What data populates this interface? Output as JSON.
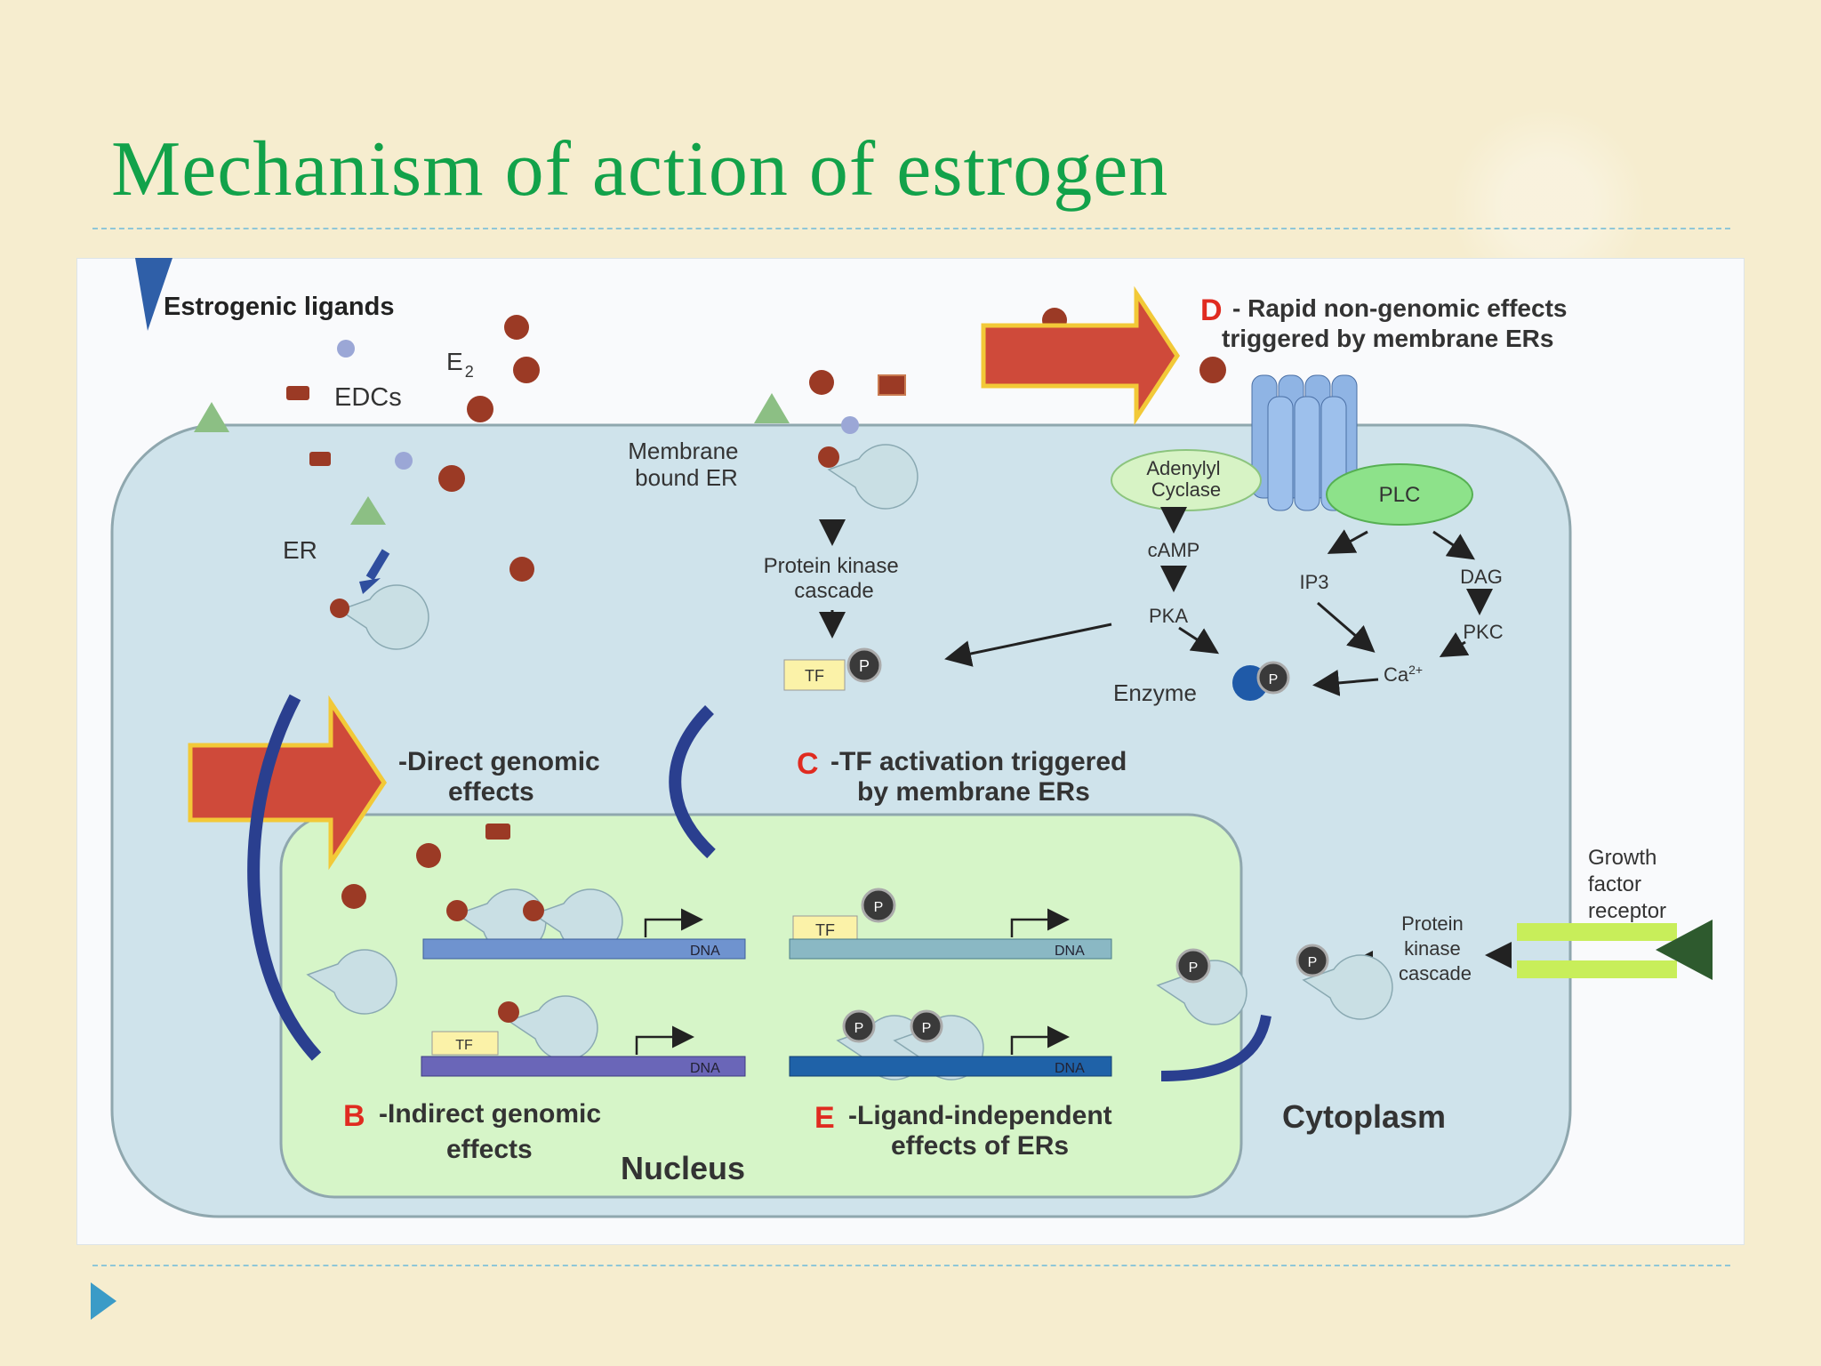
{
  "slide": {
    "title": "Mechanism of action of estrogen"
  },
  "colors": {
    "title": "#12a24a",
    "cell": "#cfe3eb",
    "nucleus": "#d6f5c8",
    "arrow_red": "#cf4a3a",
    "ligand": "#9b3a25",
    "plc": "#8de28a",
    "dna": "#6f93cf",
    "letter_red": "#e02b20"
  },
  "diagram": {
    "estrogenic_ligands": "Estrogenic ligands",
    "e2_label": "E",
    "e2_sub": "2",
    "edcs_label": "EDCs",
    "er_label": "ER",
    "membrane_er": [
      "Membrane",
      "bound ER"
    ],
    "protein_kinase_cascade": [
      "Protein kinase",
      "cascade"
    ],
    "tf": "TF",
    "p": "P",
    "d_letter": "D",
    "d_text": [
      "- Rapid non-genomic effects",
      "triggered by membrane ERs"
    ],
    "adenylyl_cyclase": [
      "Adenylyl",
      "Cyclase"
    ],
    "plc": "PLC",
    "camp": "cAMP",
    "pka": "PKA",
    "ip3": "IP3",
    "dag": "DAG",
    "pkc": "PKC",
    "ca": "Ca",
    "ca_sup": "2+",
    "enzyme": "Enzyme",
    "a_text": [
      "-Direct genomic",
      "effects"
    ],
    "c_letter": "C",
    "c_text": [
      "-TF activation triggered",
      "by membrane ERs"
    ],
    "dna": "DNA",
    "b_letter": "B",
    "b_text": [
      "-Indirect genomic",
      "effects"
    ],
    "e_letter": "E",
    "e_text": [
      "-Ligand-independent",
      "effects of ERs"
    ],
    "nucleus": "Nucleus",
    "cytoplasm": "Cytoplasm",
    "growth_factor_receptor": [
      "Growth",
      "factor",
      "receptor"
    ],
    "protein_kinase_cascade_right": [
      "Protein",
      "kinase",
      "cascade"
    ]
  }
}
